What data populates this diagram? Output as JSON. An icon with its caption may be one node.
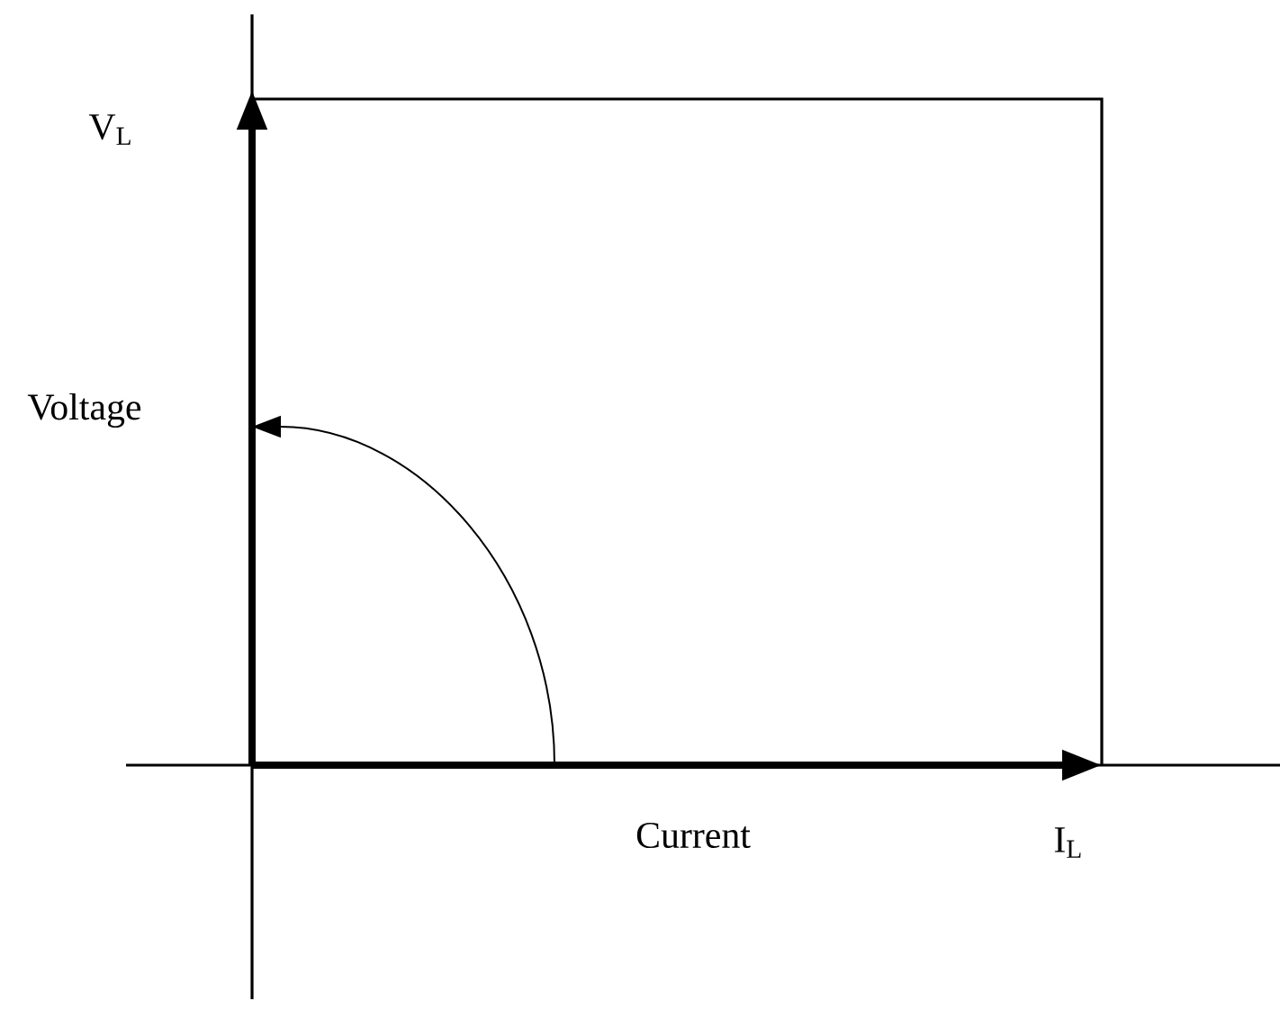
{
  "diagram": {
    "labels": [
      "V$_{L}$",
      "Voltage",
      "Current",
      "I$_{L}$"
    ]
  }
}
